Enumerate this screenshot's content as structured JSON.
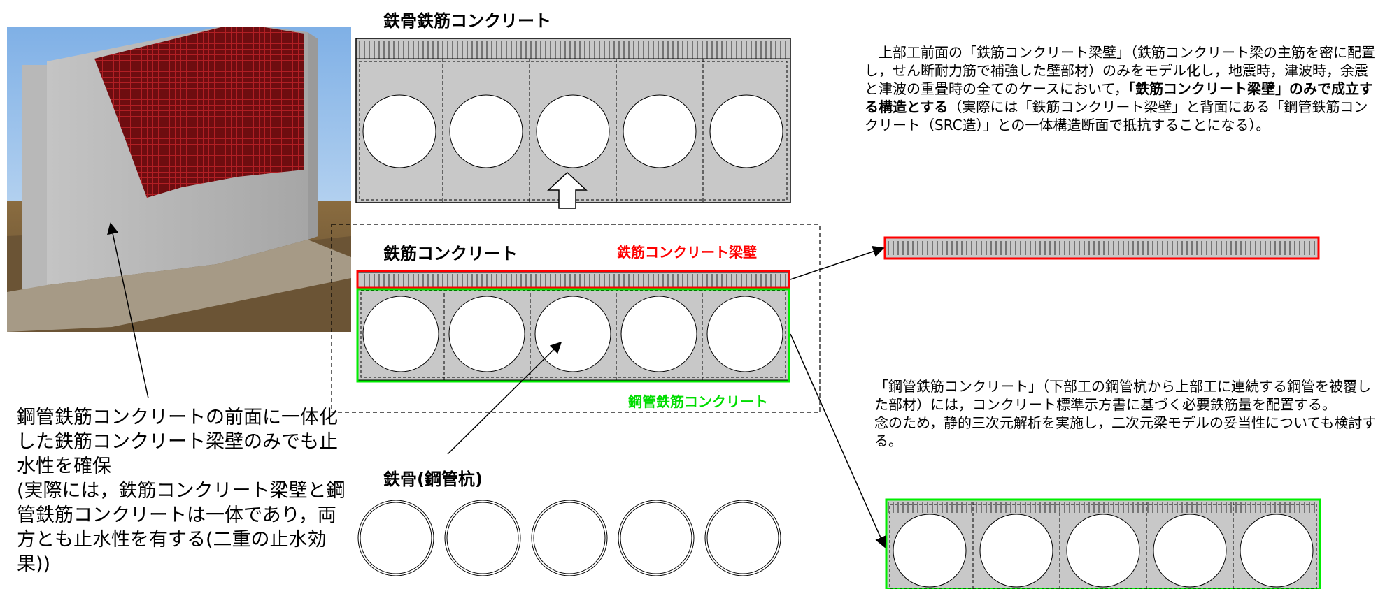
{
  "labels": {
    "src": "鉄骨鉄筋コンクリート",
    "rc": "鉄筋コンクリート",
    "rc_wall": "鉄筋コンクリート梁壁",
    "steel_rc": "鋼管鉄筋コンクリート",
    "steel": "鉄骨(鋼管杭)"
  },
  "colors": {
    "rc_wall": "#ff0000",
    "steel_rc": "#00ee00",
    "section_fill": "#c8c8c8"
  },
  "description_top": {
    "part1": "上部工前面の「鉄筋コンクリート梁壁」（鉄筋コンクリート梁の主筋を密に配置し，せん断耐力筋で補強した壁部材）のみをモデル化し，地震時，津波時，余震と津波の重畳時の全てのケースにおいて，",
    "emphasis": "「鉄筋コンクリート梁壁」のみで成立する構造とする",
    "part2": "（実際には「鉄筋コンクリート梁壁」と背面にある「鋼管鉄筋コンクリート（SRC造）」との一体構造断面で抵抗することになる）。"
  },
  "description_bottom": {
    "para1": "「鋼管鉄筋コンクリート」（下部工の鋼管杭から上部工に連続する鋼管を被覆した部材）には，コンクリート標準示方書に基づく必要鉄筋量を配置する。",
    "para2": "念のため，静的三次元解析を実施し，二次元梁モデルの妥当性についても検討する。"
  },
  "caption": {
    "main": "鋼管鉄筋コンクリートの前面に一体化した鉄筋コンクリート梁壁のみでも止水性を確保",
    "note": "(実際には，鉄筋コンクリート梁壁と鋼管鉄筋コンクリートは一体であり，両方とも止水性を有する(二重の止水効果))"
  },
  "icons": {
    "up_arrow": "hollow-up-arrow-icon"
  }
}
